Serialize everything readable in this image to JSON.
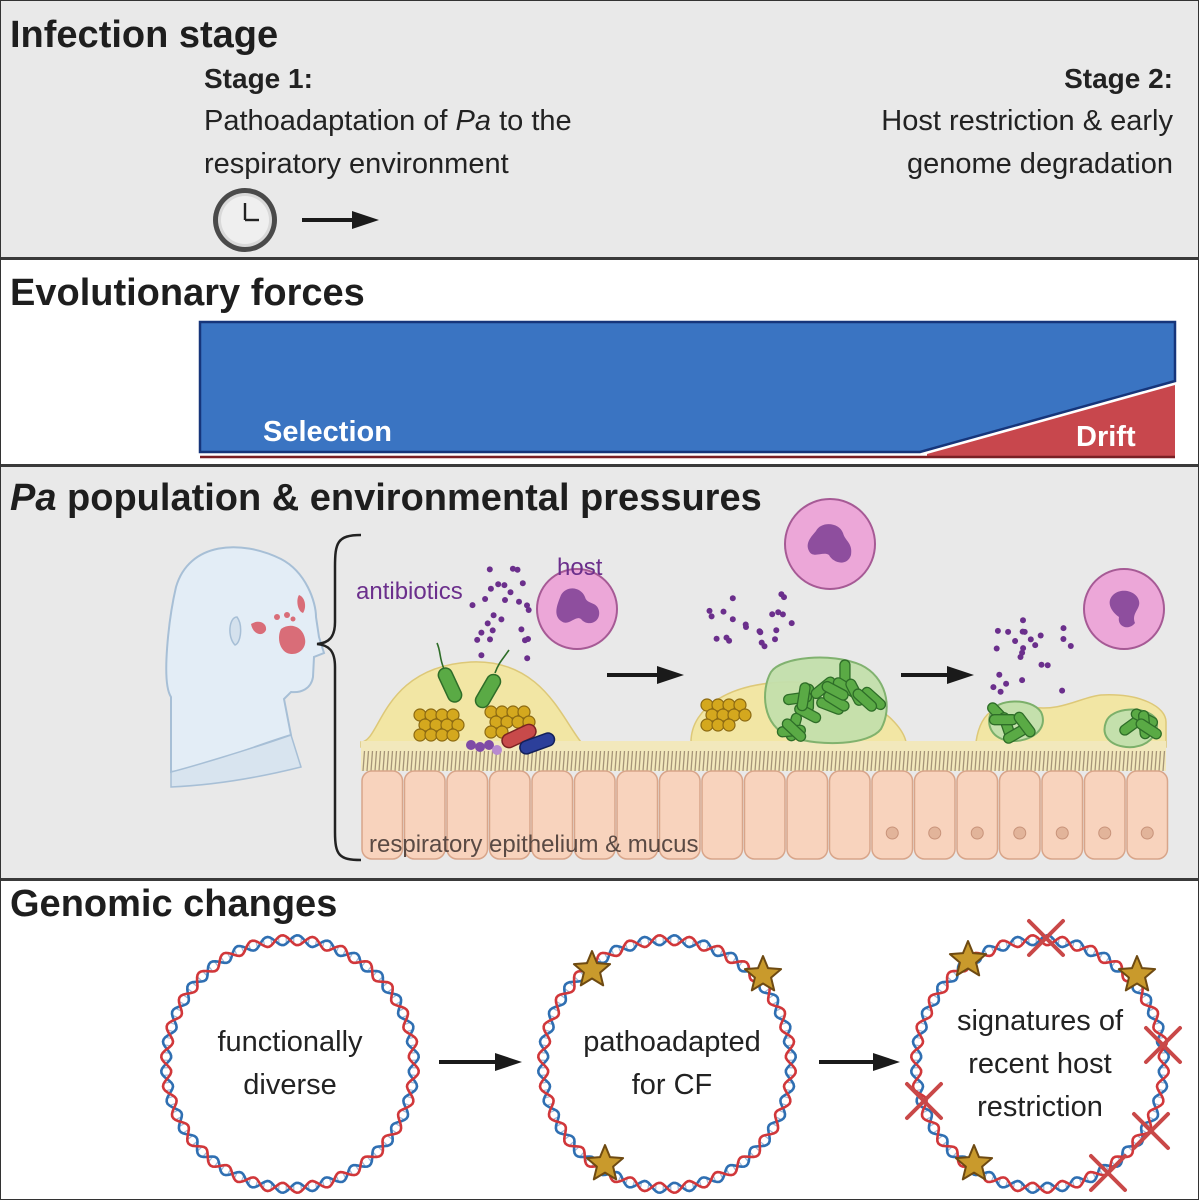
{
  "infection": {
    "title": "Infection stage",
    "stage1_heading": "Stage 1:",
    "stage1_line1_prefix": "Pathoadaptation of ",
    "stage1_line1_italic": "Pa",
    "stage1_line1_suffix": " to the",
    "stage1_line2": "respiratory environment",
    "stage2_heading": "Stage 2:",
    "stage2_line1": "Host restriction & early",
    "stage2_line2": "genome degradation"
  },
  "forces": {
    "title": "Evolutionary forces",
    "selection_label": "Selection",
    "drift_label": "Drift",
    "selection_color": "#3a74c2",
    "drift_color": "#c8474d"
  },
  "population": {
    "title_italic": "Pa",
    "title_rest": " population & environmental pressures",
    "antibiotics_label": "antibiotics",
    "host_label": "host",
    "epithelium_label": "respiratory epithelium & mucus"
  },
  "genomic": {
    "title": "Genomic changes",
    "circle1_lines": [
      "functionally",
      "diverse"
    ],
    "circle2_lines": [
      "pathoadapted",
      "for CF"
    ],
    "circle3_lines": [
      "signatures of",
      "recent host",
      "restriction"
    ]
  }
}
